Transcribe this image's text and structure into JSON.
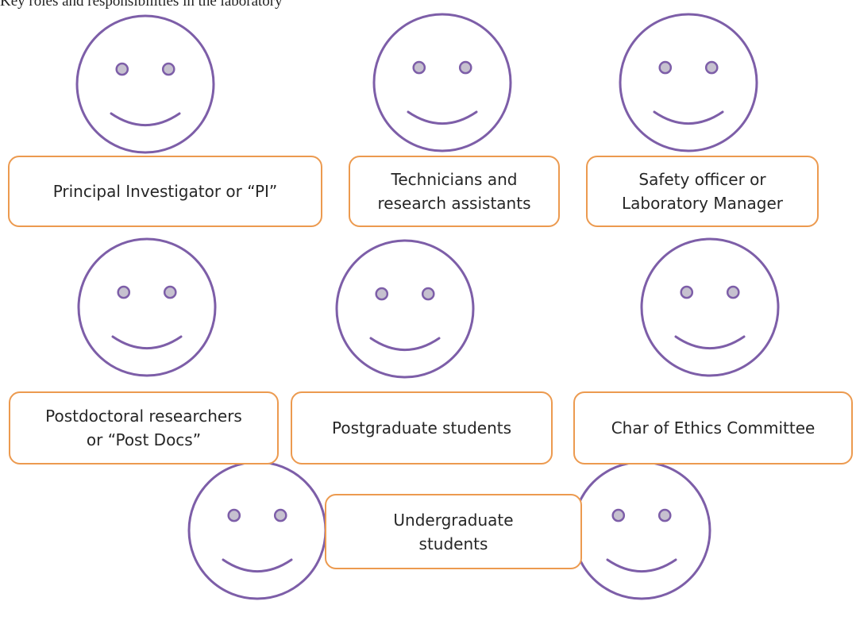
{
  "caption": "Key roles and responsibilities in the laboratory",
  "colors": {
    "face_stroke": "#7d5ea8",
    "eye_fill": "#c6c1cf",
    "box_border": "#ec9a4f",
    "text": "#262626"
  },
  "icon": "smiley-face-icon",
  "roles": [
    {
      "label": "Principal Investigator or “PI”"
    },
    {
      "label": "Technicians and\nresearch assistants"
    },
    {
      "label": "Safety officer or\nLaboratory Manager"
    },
    {
      "label": "Postdoctoral researchers\nor “Post Docs”"
    },
    {
      "label": "Postgraduate students"
    },
    {
      "label": "Char of Ethics Committee"
    },
    {
      "label": "Undergraduate\nstudents"
    }
  ]
}
